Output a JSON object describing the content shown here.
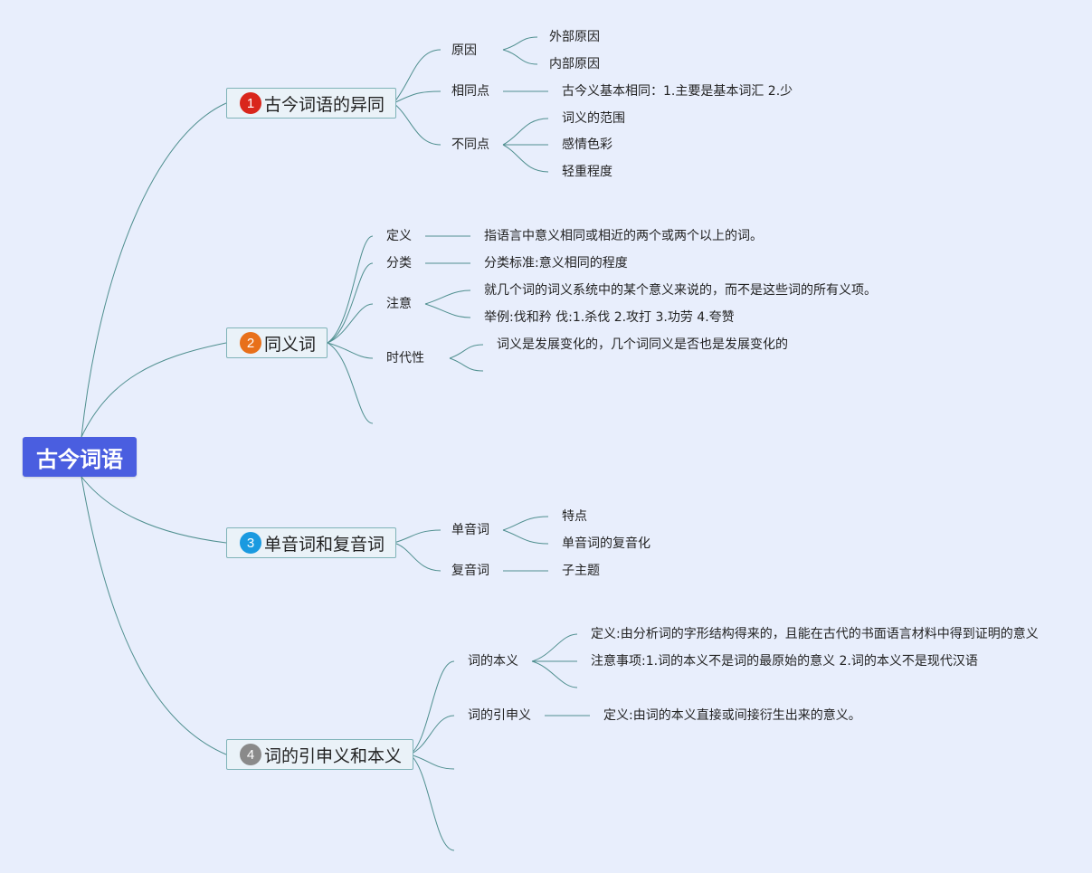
{
  "root": {
    "label": "古今词语"
  },
  "topics": [
    {
      "number": "1",
      "label": "古今词语的异同",
      "badge_color": "#d9261c",
      "children": [
        {
          "label": "原因",
          "children": [
            "外部原因",
            "内部原因"
          ]
        },
        {
          "label": "相同点",
          "children": [
            "古今义基本相同：1.主要是基本词汇 2.少"
          ]
        },
        {
          "label": "不同点",
          "children": [
            "词义的范围",
            "感情色彩",
            "轻重程度"
          ]
        }
      ]
    },
    {
      "number": "2",
      "label": "同义词",
      "badge_color": "#e8701a",
      "children": [
        {
          "label": "定义",
          "children": [
            "指语言中意义相同或相近的两个或两个以上的词。"
          ]
        },
        {
          "label": "分类",
          "children": [
            "分类标准:意义相同的程度"
          ]
        },
        {
          "label": "注意",
          "children": [
            "就几个词的词义系统中的某个意义来说的，而不是这些词的所有义项。",
            "举例:伐和矜 伐:1.杀伐 2.攻打 3.功劳 4.夸赞"
          ]
        },
        {
          "label": "时代性",
          "children": [
            "词义是发展变化的，几个词同义是否也是发展变化的"
          ]
        }
      ]
    },
    {
      "number": "3",
      "label": "单音词和复音词",
      "badge_color": "#1a9ae0",
      "children": [
        {
          "label": "单音词",
          "children": [
            "特点",
            "单音词的复音化"
          ]
        },
        {
          "label": "复音词",
          "children": [
            "子主题"
          ]
        }
      ]
    },
    {
      "number": "4",
      "label": "词的引申义和本义",
      "badge_color": "#8a8a8a",
      "children": [
        {
          "label": "词的本义",
          "children": [
            "定义:由分析词的字形结构得来的，且能在古代的书面语言材料中得到证明的意义",
            "注意事项:1.词的本义不是词的最原始的意义 2.词的本义不是现代汉语"
          ]
        },
        {
          "label": "词的引申义",
          "children": [
            "定义:由词的本义直接或间接衍生出来的意义。"
          ]
        }
      ]
    }
  ]
}
